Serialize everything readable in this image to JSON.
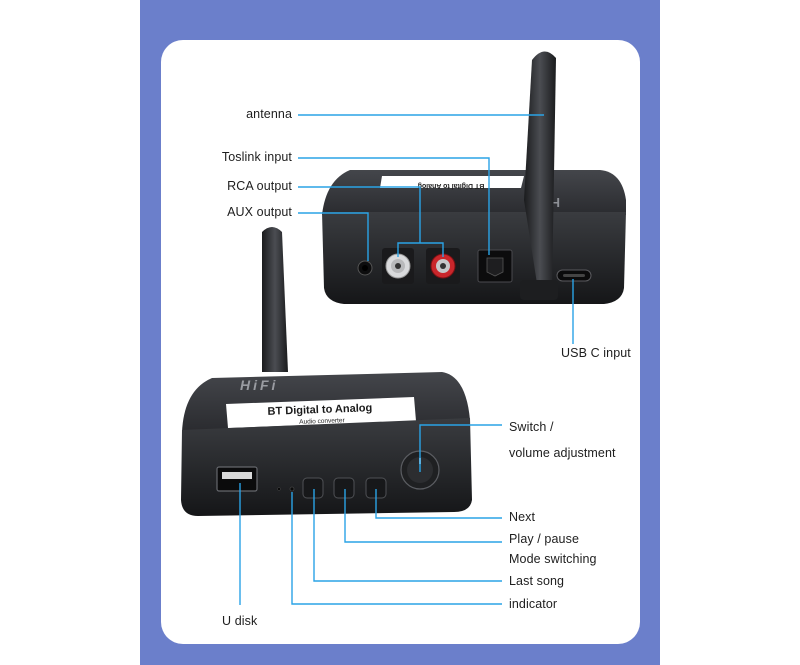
{
  "callouts": {
    "antenna": "antenna",
    "toslink": "Toslink input",
    "rca": "RCA output",
    "aux": "AUX output",
    "usbc": "USB C input",
    "switch_line1": "Switch /",
    "switch_line2": "volume adjustment",
    "next": "Next",
    "play": "Play / pause",
    "mode": "Mode switching",
    "last": "Last song",
    "indicator": "indicator",
    "udisk": "U disk"
  },
  "device": {
    "top_brand": "HiFi",
    "front_label_line1": "BT Digital to Analog",
    "front_label_line2": "Audio converter",
    "back_label": "BT Digital to Analog"
  },
  "colors": {
    "background": "#6b7fcb",
    "card": "#ffffff",
    "callout_line": "#2aa3e6",
    "device_body": "#2a2b2e"
  }
}
